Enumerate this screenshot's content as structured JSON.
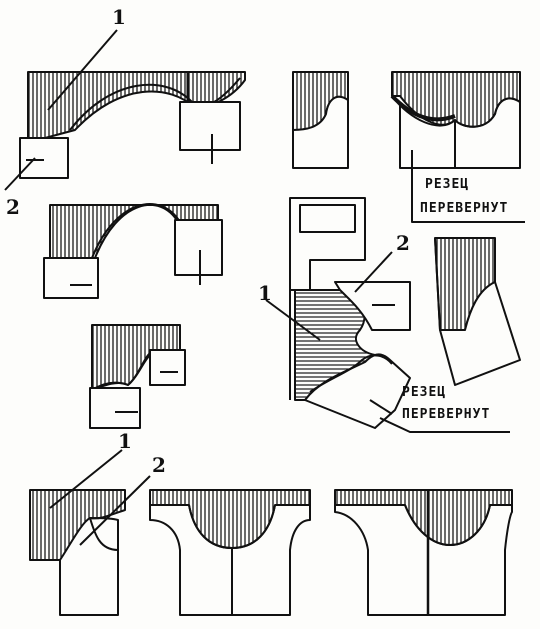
{
  "labels": {
    "top_left_1": "1",
    "top_left_2": "2",
    "middle_1": "1",
    "middle_2": "2",
    "bottom_1": "1",
    "bottom_2": "2"
  },
  "captions": {
    "top_right_line1": "РЕЗЕЦ",
    "top_right_line2": "ПЕРЕВЕРНУТ",
    "middle_line1": "РЕЗЕЦ",
    "middle_line2": "ПЕРЕВЕРНУТ"
  },
  "colors": {
    "ink": "#111111",
    "paper": "#fdfdfb",
    "hatch": "#222222"
  }
}
